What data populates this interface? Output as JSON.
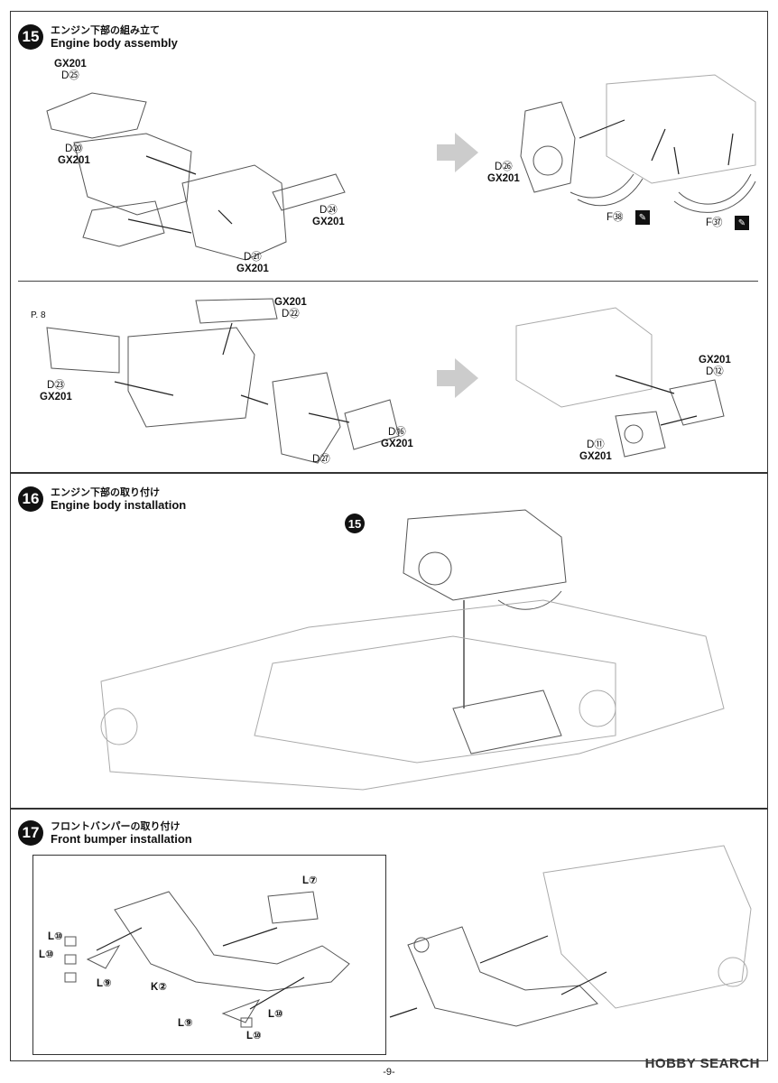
{
  "step15": {
    "number": "15",
    "title_jp": "エンジン下部の組み立て",
    "title_en": "Engine body assembly",
    "labels_top": {
      "d25": "D㉕",
      "d25_gx": "GX201",
      "d20": "D⑳",
      "d20_gx": "GX201",
      "d24": "D㉔",
      "d24_gx": "GX201",
      "d21": "D㉑",
      "d21_gx": "GX201",
      "d26": "D㉖",
      "d26_gx": "GX201",
      "f38": "F㊳",
      "f37": "F㊲"
    },
    "labels_bottom": {
      "p8": "P. 8",
      "d23": "D㉓",
      "d23_gx": "GX201",
      "d22": "D㉒",
      "d22_gx": "GX201",
      "d16": "D⑯",
      "d16_gx": "GX201",
      "d27": "D㉗",
      "d12": "D⑫",
      "d12_gx": "GX201",
      "d11": "D⑪",
      "d11_gx": "GX201"
    }
  },
  "step16": {
    "number": "16",
    "title_jp": "エンジン下部の取り付け",
    "title_en": "Engine body installation",
    "ref": "15"
  },
  "step17": {
    "number": "17",
    "title_jp": "フロントバンパーの取り付け",
    "title_en": "Front bumper installation",
    "labels": {
      "l7": "L⑦",
      "l10a": "L⑩",
      "l10b": "L⑩",
      "l9a": "L⑨",
      "k2": "K②",
      "l9b": "L⑨",
      "l10c": "L⑩",
      "l10d": "L⑩"
    }
  },
  "footer": {
    "page": "-9-"
  },
  "watermark": "HOBBY SEARCH",
  "icons": [
    "sticker-icon",
    "flow-arrow-icon"
  ]
}
